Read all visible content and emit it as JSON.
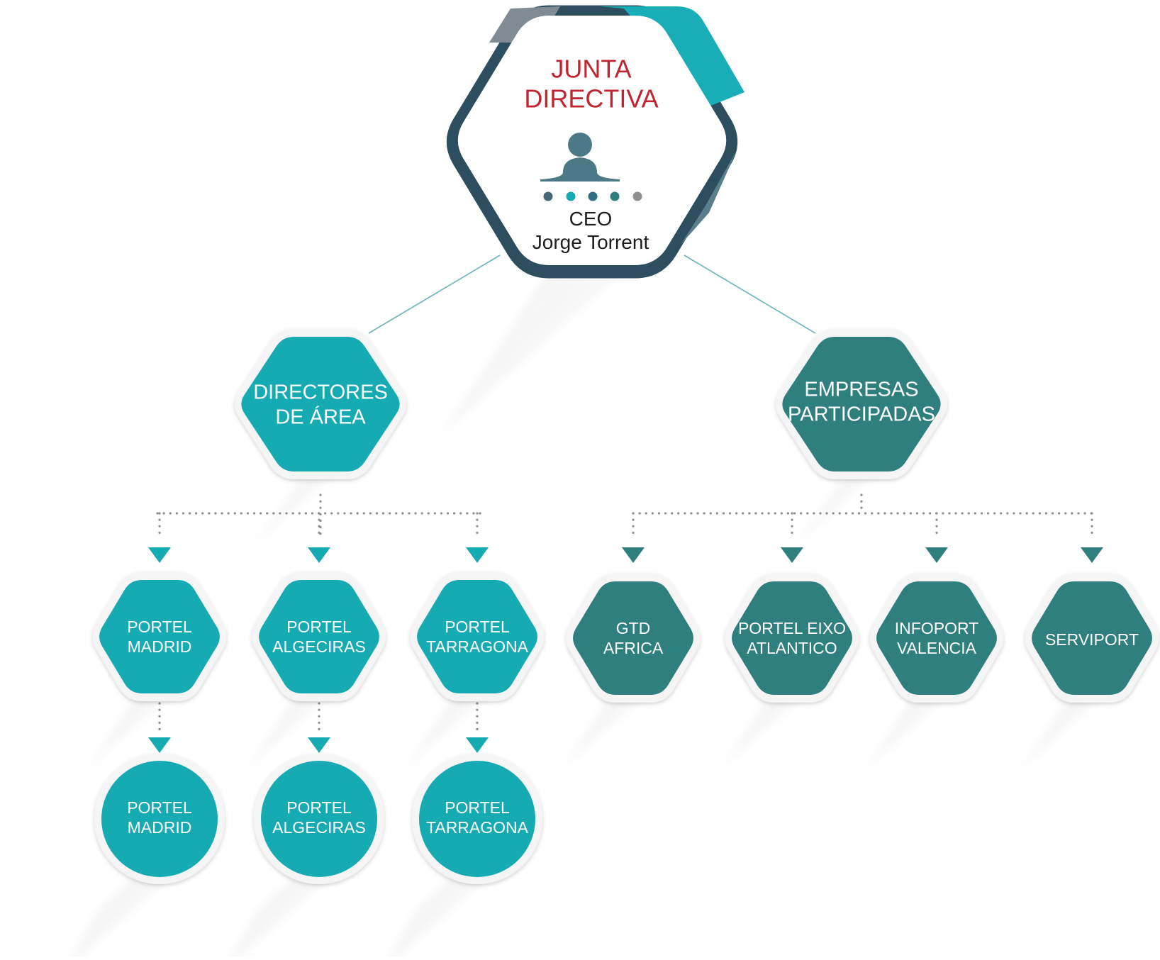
{
  "colors": {
    "teal": "#16aab3",
    "dark_teal": "#2f7f7e",
    "title_red": "#c1242f",
    "connector": "#6bb3b6",
    "dots": "#8f8f8f"
  },
  "top": {
    "title_line1": "JUNTA",
    "title_line2": "DIRECTIVA",
    "icon": "person-icon",
    "role": "CEO",
    "name": "Jorge Torrent"
  },
  "branches": {
    "left": {
      "line1": "DIRECTORES",
      "line2": "DE ÁREA"
    },
    "right": {
      "line1": "EMPRESAS",
      "line2": "PARTICIPADAS"
    }
  },
  "offices": [
    {
      "line1": "PORTEL",
      "line2": "MADRID"
    },
    {
      "line1": "PORTEL",
      "line2": "ALGECIRAS"
    },
    {
      "line1": "PORTEL",
      "line2": "TARRAGONA"
    }
  ],
  "companies": [
    {
      "line1": "GTD",
      "line2": "AFRICA"
    },
    {
      "line1": "PORTEL EIXO",
      "line2": "ATLANTICO"
    },
    {
      "line1": "INFOPORT",
      "line2": "VALENCIA"
    },
    {
      "line1": "SERVIPORT",
      "line2": ""
    }
  ],
  "sub_offices": [
    {
      "line1": "PORTEL",
      "line2": "MADRID"
    },
    {
      "line1": "PORTEL",
      "line2": "ALGECIRAS"
    },
    {
      "line1": "PORTEL",
      "line2": "TARRAGONA"
    }
  ]
}
